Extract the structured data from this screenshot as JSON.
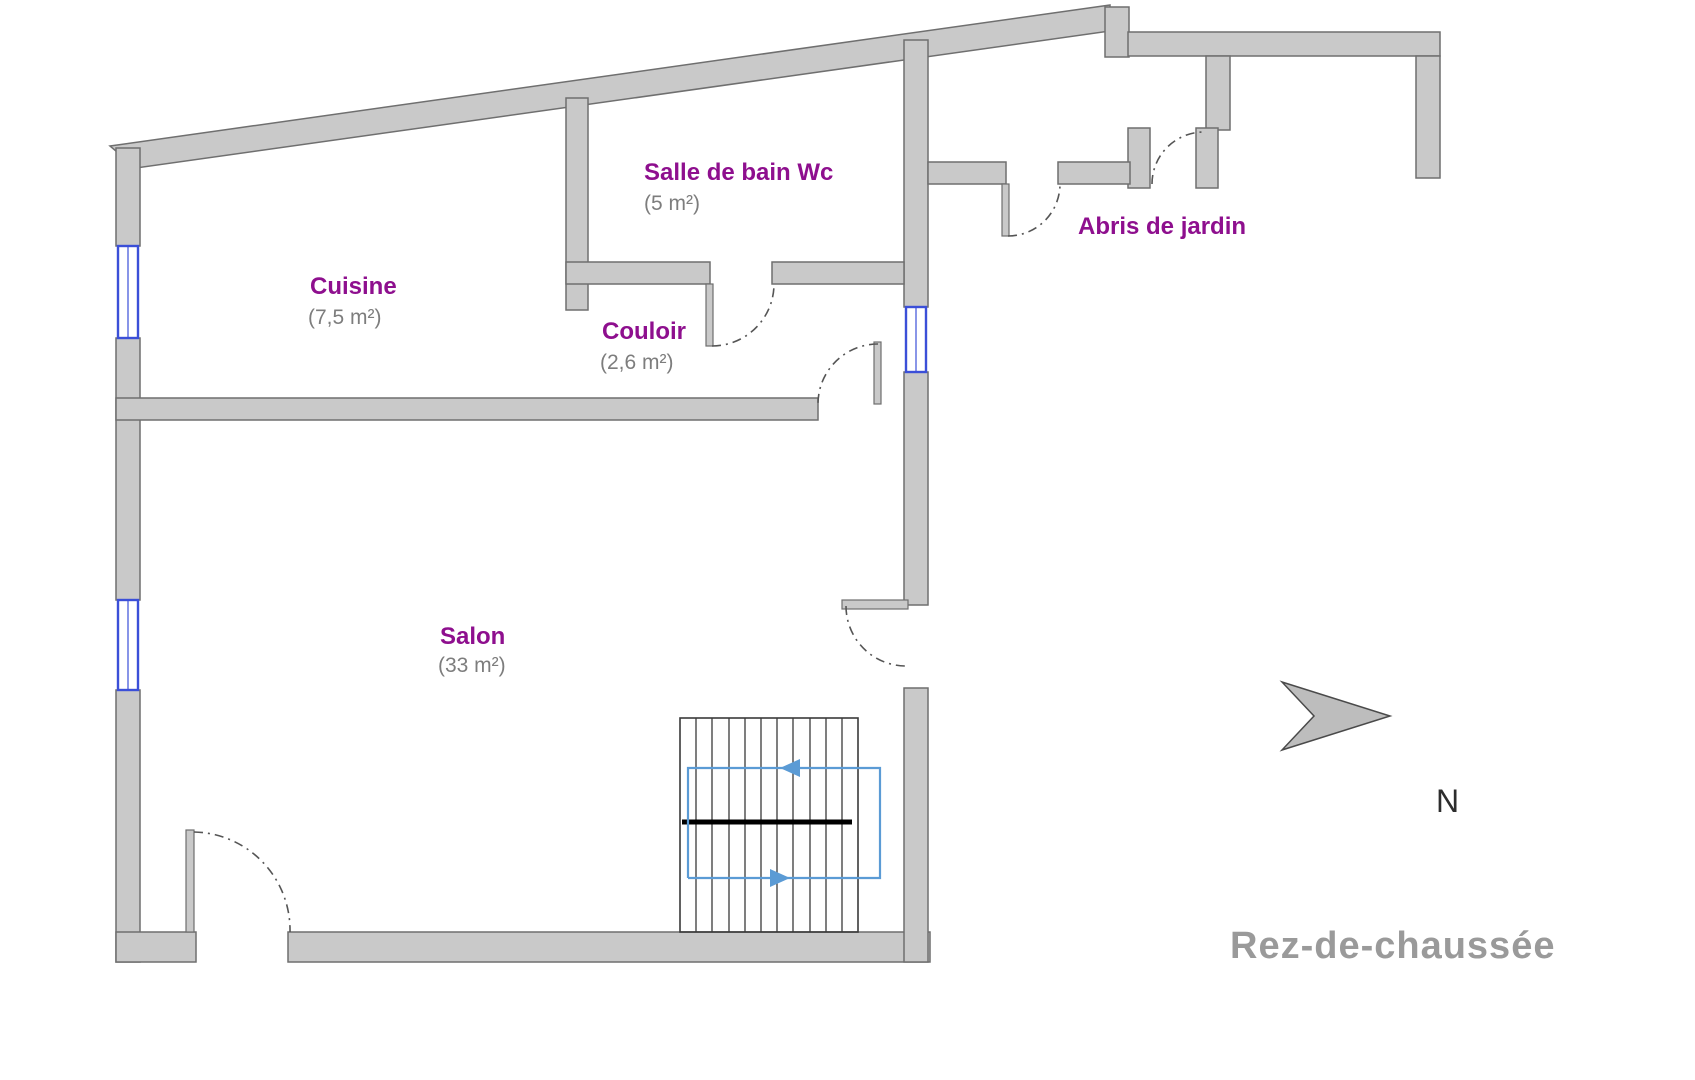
{
  "plan": {
    "title": "Rez-de-chaussée",
    "compass": "N",
    "rooms": {
      "bathroom": {
        "name": "Salle de bain Wc",
        "area": "(5 m²)"
      },
      "kitchen": {
        "name": "Cuisine",
        "area": "(7,5 m²)"
      },
      "hallway": {
        "name": "Couloir",
        "area": "(2,6 m²)"
      },
      "living": {
        "name": "Salon",
        "area": "(33 m²)"
      },
      "shed": {
        "name": "Abris de jardin"
      }
    },
    "colors": {
      "wall_fill": "#c9c9c9",
      "wall_stroke": "#6f6f6f",
      "room_label": "#8e0f8e",
      "area_label": "#7d7d7d",
      "window": "#3b4fd8",
      "stair_guide": "#5b9bd5",
      "title": "#9a9a9a"
    }
  }
}
